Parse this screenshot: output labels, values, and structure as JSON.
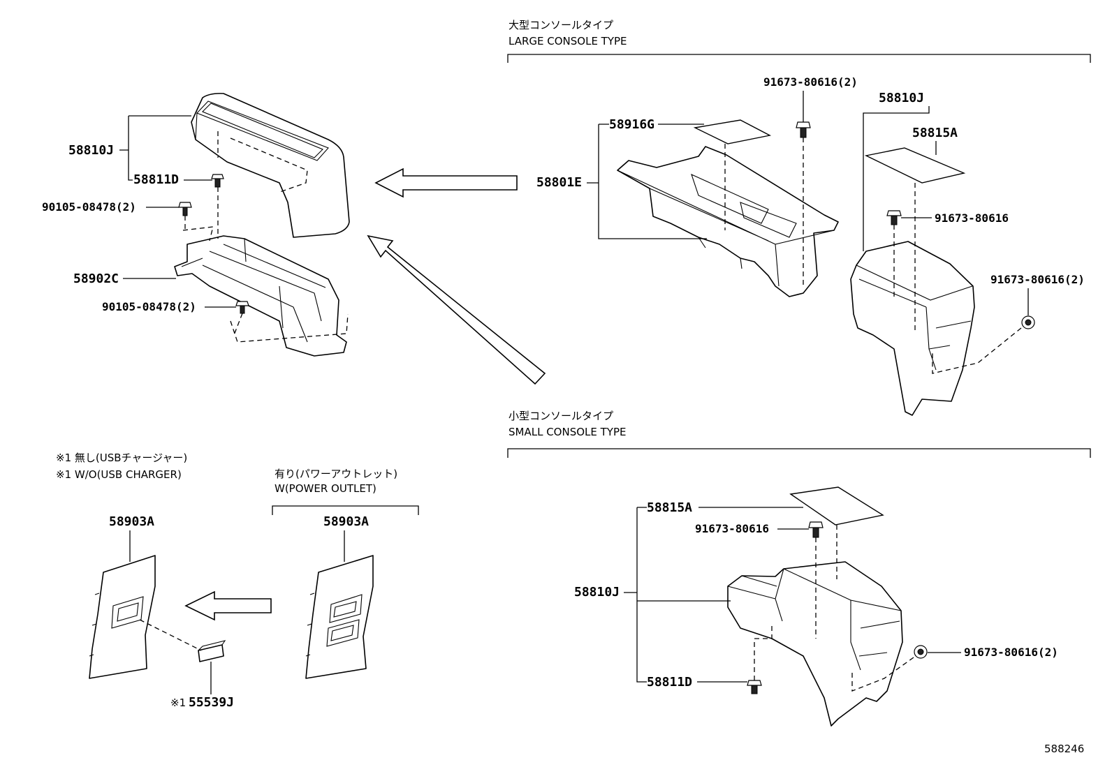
{
  "sections": {
    "large": {
      "title_ja": "大型コンソールタイプ",
      "title_en": "LARGE CONSOLE TYPE"
    },
    "small": {
      "title_ja": "小型コンソールタイプ",
      "title_en": "SMALL CONSOLE TYPE"
    },
    "with_outlet": {
      "title_ja": "有り(パワーアウトレット)",
      "title_en": "W(POWER OUTLET)"
    }
  },
  "notes": {
    "note1_ja": "※1 無し(USBチャージャー)",
    "note1_en": "※1 W/O(USB CHARGER)",
    "mark": "※1"
  },
  "parts": {
    "left_58810J": "58810J",
    "left_58811D": "58811D",
    "left_90105_upper": "90105-08478(2)",
    "left_58902C": "58902C",
    "left_90105_lower": "90105-08478(2)",
    "large_91673_top": "91673-80616(2)",
    "large_58810J": "58810J",
    "large_58916G": "58916G",
    "large_58815A": "58815A",
    "large_58801E": "58801E",
    "large_91673_mid": "91673-80616",
    "large_91673_side": "91673-80616(2)",
    "bl_58903A_wo": "58903A",
    "bl_58903A_w": "58903A",
    "bl_55539J": "55539J",
    "small_58815A": "58815A",
    "small_91673_top": "91673-80616",
    "small_58810J": "58810J",
    "small_91673_side": "91673-80616(2)",
    "small_58811D": "58811D"
  },
  "ref_number": "588246"
}
